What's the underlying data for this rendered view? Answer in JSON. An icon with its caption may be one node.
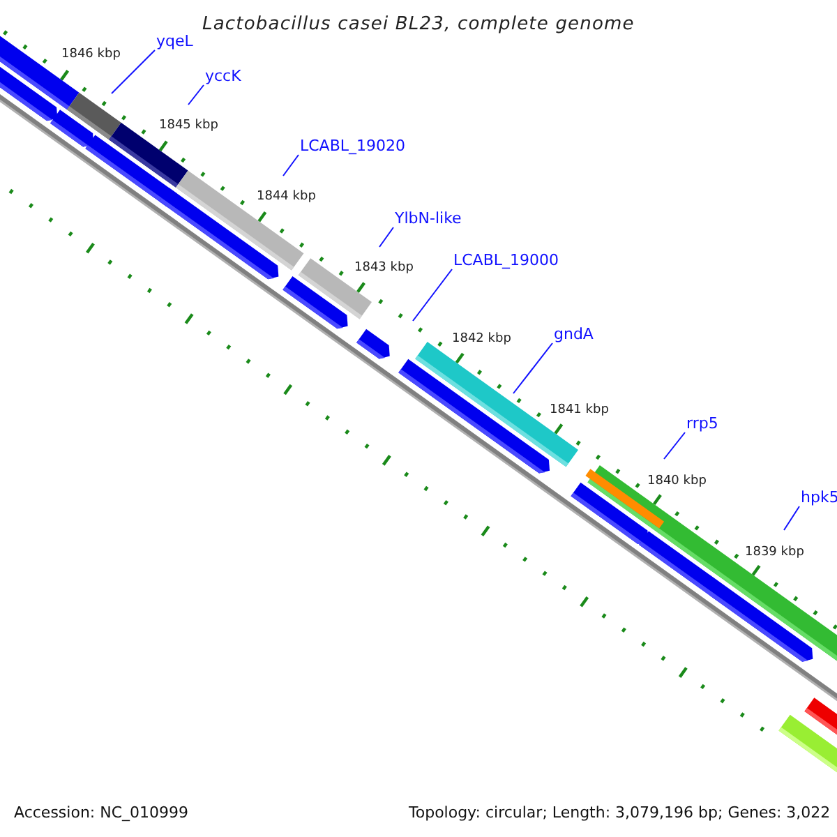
{
  "diagram": {
    "title": "Lactobacillus casei BL23, complete genome",
    "nodes": [
      {
        "text": [
          "yqeL"
        ]
      },
      {
        "text": [
          "yccK"
        ]
      },
      {
        "text": [
          "LCABL_19020"
        ]
      },
      {
        "text": [
          "YlbN-like"
        ]
      },
      {
        "text": [
          "LCABL_19000"
        ]
      },
      {
        "text": [
          "gndA"
        ]
      },
      {
        "text": [
          "rrp5"
        ]
      },
      {
        "text": [
          "hpk5"
        ]
      }
    ],
    "edges": [
      {
        "from": 0,
        "to": null,
        "arrow": "none"
      },
      {
        "from": 1,
        "to": null,
        "arrow": "none"
      },
      {
        "from": 2,
        "to": null,
        "arrow": "none"
      },
      {
        "from": 3,
        "to": null,
        "arrow": "none"
      },
      {
        "from": 4,
        "to": null,
        "arrow": "none"
      },
      {
        "from": 5,
        "to": null,
        "arrow": "none"
      },
      {
        "from": 6,
        "to": null,
        "arrow": "none"
      },
      {
        "from": 7,
        "to": null,
        "arrow": "none"
      }
    ],
    "labels": [
      "1846 kbp",
      "1845 kbp",
      "1844 kbp",
      "1843 kbp",
      "1842 kbp",
      "1841 kbp",
      "1840 kbp",
      "1839 kbp",
      "Accession: NC_010999",
      "Topology: circular; Length: 3,079,196 bp; Genes: 3,022"
    ]
  }
}
